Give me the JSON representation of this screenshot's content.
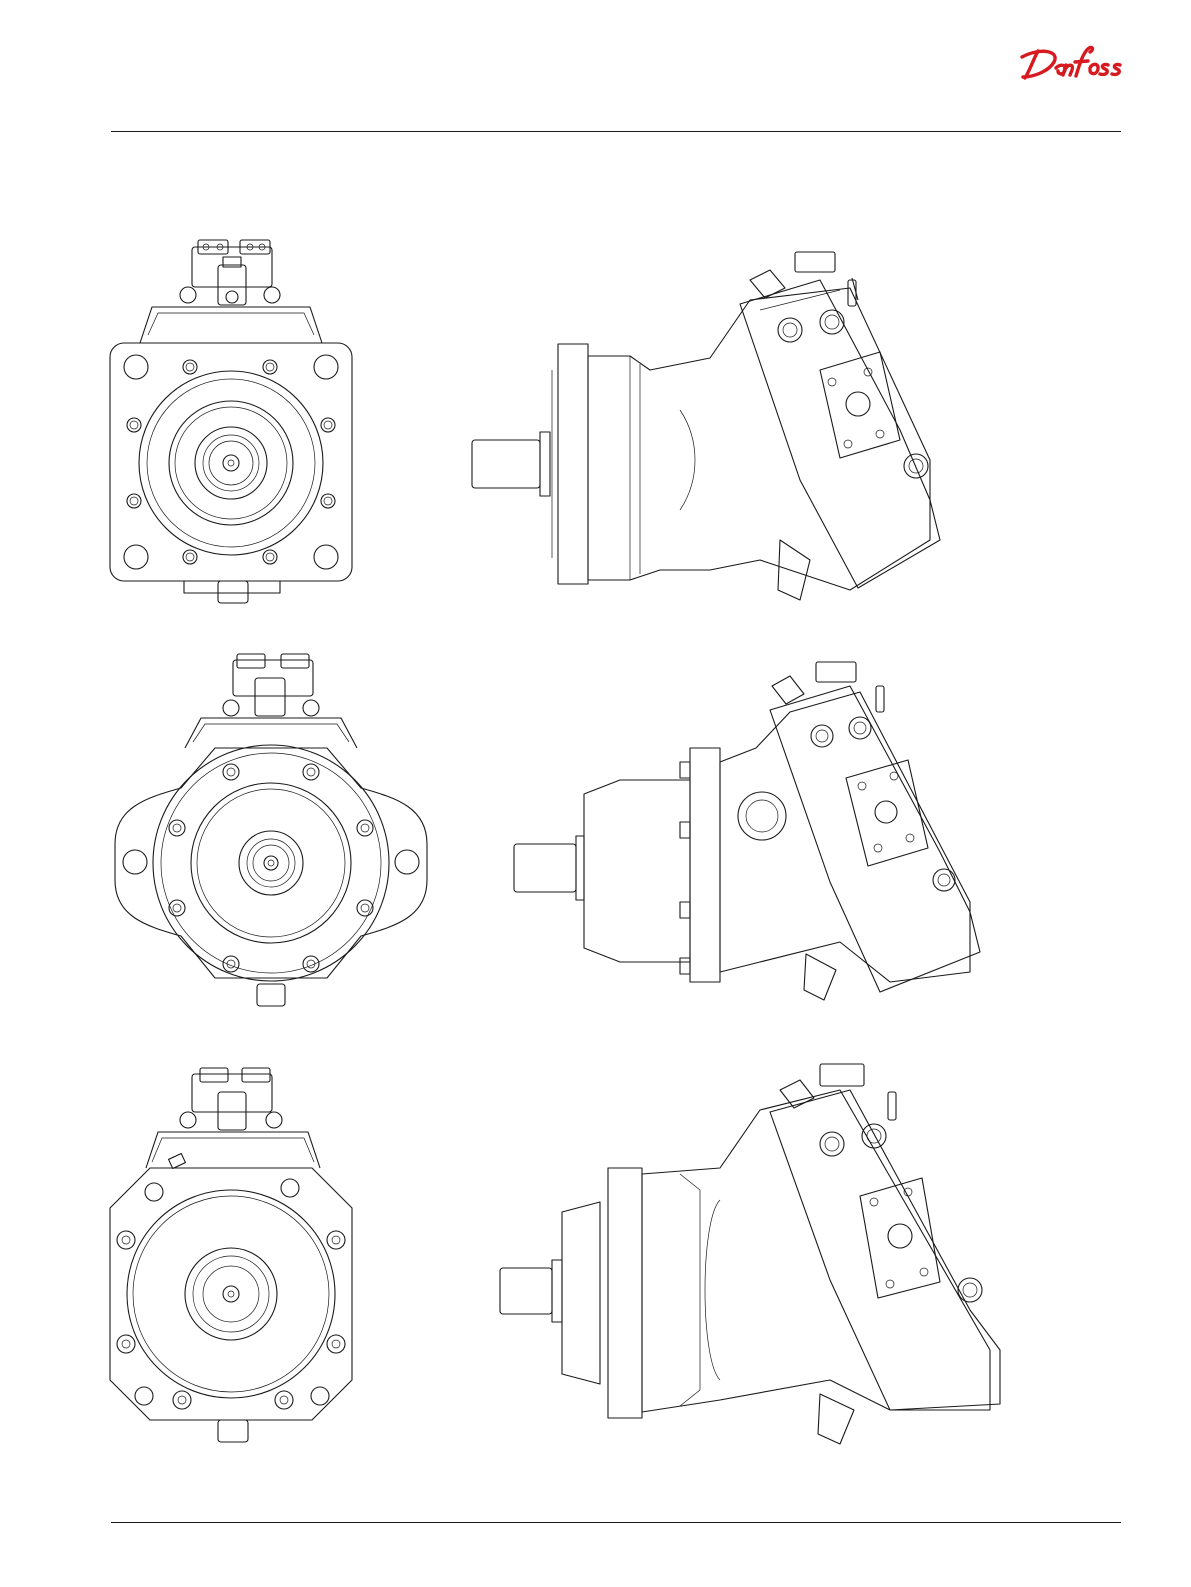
{
  "header": {
    "logo_text": "Danfoss",
    "brand_color": "#d71920"
  },
  "figures": [
    {
      "name": "motor-variant-1",
      "views": [
        "front-view",
        "side-view"
      ]
    },
    {
      "name": "motor-variant-2",
      "views": [
        "front-view",
        "side-view"
      ]
    },
    {
      "name": "motor-variant-3",
      "views": [
        "front-view",
        "side-view"
      ]
    }
  ]
}
